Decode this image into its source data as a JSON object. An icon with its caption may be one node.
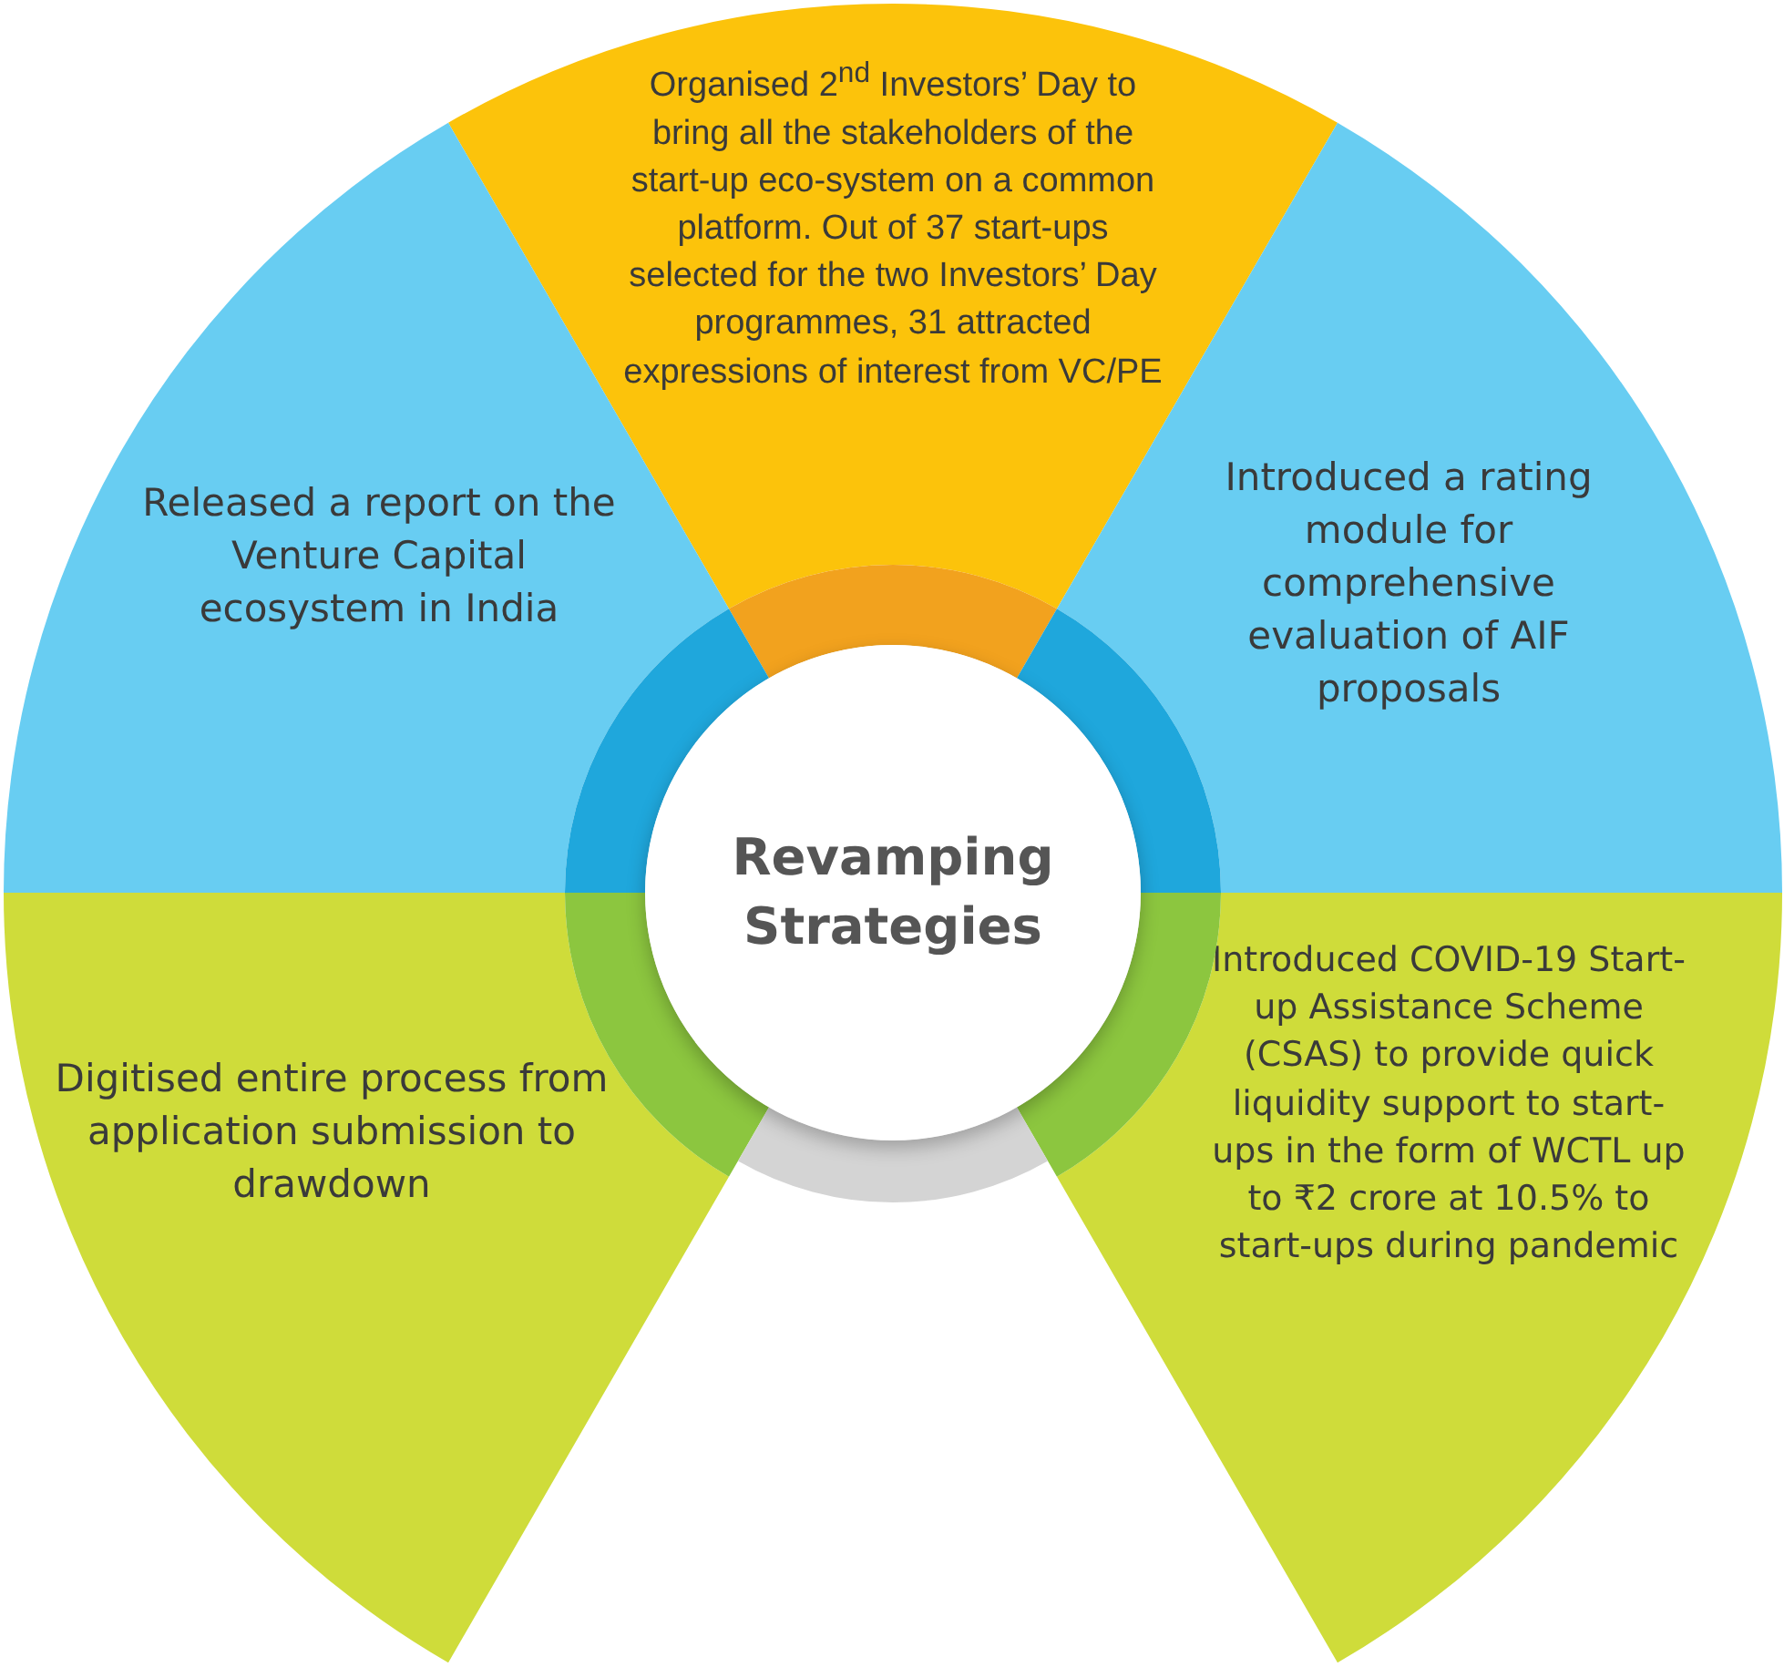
{
  "diagram": {
    "nodes": [
      {
        "text": [
          "Revamping Strategies"
        ]
      },
      {
        "text": [
          "Organised 2$^{nd}$ Investors’ Day to bring all the stakeholders of the start-up eco-system on a common platform. Out of 37 start-ups selected for the two Investors’ Day programmes, 31 attracted expressions of interest from VC/PE"
        ]
      },
      {
        "text": [
          "Released a report on the Venture Capital ecosystem in India"
        ]
      },
      {
        "text": [
          "Introduced a rating module for comprehensive evaluation of AIF proposals"
        ]
      },
      {
        "text": [
          "Digitised entire process from application submission to drawdown"
        ]
      },
      {
        "text": [
          "Introduced COVID-19 Start-up Assistance Scheme (CSAS) to provide quick liquidity support to start-ups in the form of WCTL up to ₹2 crore at 10.5% to start-ups during pandemic"
        ]
      }
    ]
  }
}
